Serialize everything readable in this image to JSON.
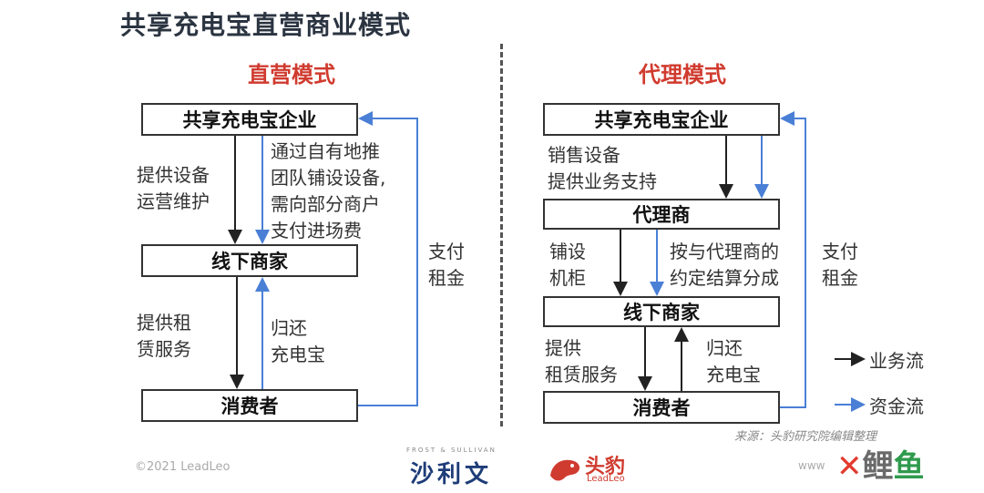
{
  "title": "共享充电宝直营商业模式",
  "left": {
    "subtitle": "直营模式",
    "box_company": "共享充电宝企业",
    "box_merchant": "线下商家",
    "box_consumer": "消费者",
    "label_provide_1": "提供设备",
    "label_provide_2": "运营维护",
    "label_push_1": "通过自有地推",
    "label_push_2": "团队铺设设备,",
    "label_push_3": "需向部分商户",
    "label_push_4": "支付进场费",
    "label_rent_1": "提供租",
    "label_rent_2": "赁服务",
    "label_return_1": "归还",
    "label_return_2": "充电宝",
    "label_pay_1": "支付",
    "label_pay_2": "租金"
  },
  "right": {
    "subtitle": "代理模式",
    "box_company": "共享充电宝企业",
    "box_agent": "代理商",
    "box_merchant": "线下商家",
    "box_consumer": "消费者",
    "label_sell_1": "销售设备",
    "label_sell_2": "提供业务支持",
    "label_lay_1": "铺设",
    "label_lay_2": "机柜",
    "label_settle_1": "按与代理商的",
    "label_settle_2": "约定结算分成",
    "label_rent_1": "提供",
    "label_rent_2": "租赁服务",
    "label_return_1": "归还",
    "label_return_2": "充电宝",
    "label_pay_1": "支付",
    "label_pay_2": "租金"
  },
  "legend": {
    "business_flow": "业务流",
    "fund_flow": "资金流",
    "business_color": "#222222",
    "fund_color": "#4a7fd6"
  },
  "footer": {
    "copyright": "©2021 LeadLeo",
    "frost_small": "FROST & SULLIVAN",
    "frost_logo": "沙利文",
    "toubao": "头豹",
    "toubao_sub": "LeadLeo",
    "source": "来源：头豹研究院编辑整理",
    "www": "www",
    "watermark_1": "鲤",
    "watermark_2": "鱼"
  }
}
